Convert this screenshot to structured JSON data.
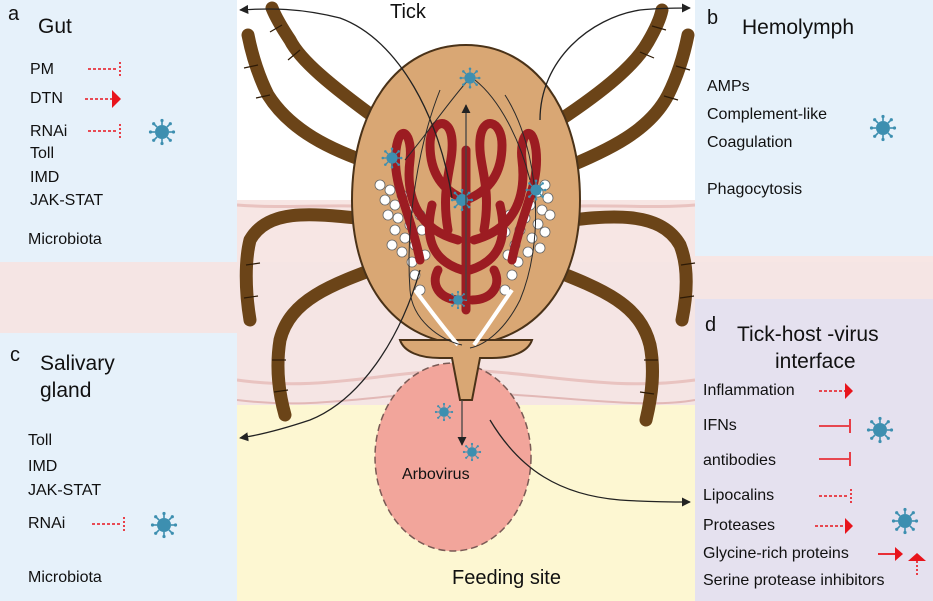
{
  "title": "Tick",
  "feeding_site": "Feeding site",
  "arbovirus": "Arbovirus",
  "colors": {
    "panel_blue": "#e6f1fa",
    "panel_purple": "#e5e1ef",
    "tick_body": "#d9a774",
    "tick_leg": "#6b4418",
    "gut": "#9c1c22",
    "virus": "#3d8fb0",
    "feeding_pool": "#f2a59b",
    "inhibit_red": "#e8141c"
  },
  "panels": {
    "gut": {
      "letter": "a",
      "title": "Gut",
      "items": [
        "PM",
        "DTN",
        "RNAi",
        "Toll",
        "IMD",
        "JAK-STAT",
        "Microbiota"
      ]
    },
    "hemolymph": {
      "letter": "b",
      "title": "Hemolymph",
      "items": [
        "AMPs",
        "Complement-like",
        "Coagulation",
        "Phagocytosis"
      ]
    },
    "salivary": {
      "letter": "c",
      "title_line1": "Salivary",
      "title_line2": "gland",
      "items": [
        "Toll",
        "IMD",
        "JAK-STAT",
        "RNAi",
        "Microbiota"
      ]
    },
    "interface": {
      "letter": "d",
      "title_line1": "Tick-host -virus",
      "title_line2": "interface",
      "items": [
        "Inflammation",
        "IFNs",
        "antibodies",
        "Lipocalins",
        "Proteases",
        "Glycine-rich proteins",
        "Serine protease inhibitors"
      ]
    }
  }
}
